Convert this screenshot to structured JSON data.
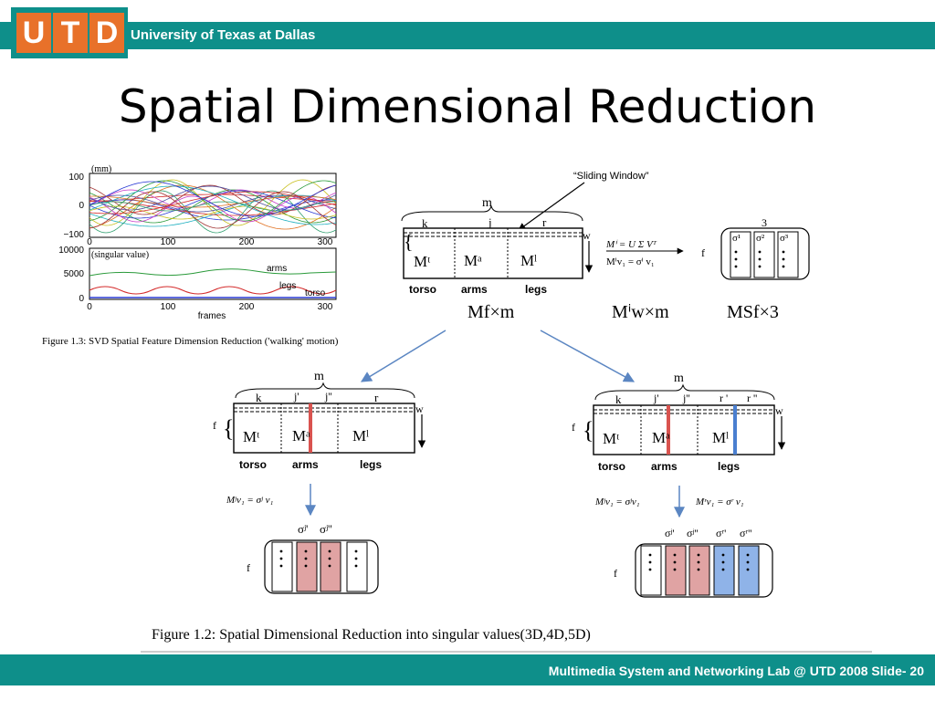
{
  "header": {
    "logo_letters": [
      "U",
      "T",
      "D"
    ],
    "university": "University of Texas at Dallas"
  },
  "title": "Spatial Dimensional Reduction",
  "footer": "Multimedia System and Networking Lab @ UTD 2008 Slide- 20",
  "figure13": {
    "caption": "Figure 1.3: SVD Spatial Feature Dimension Reduction ('walking' motion)",
    "top_plot": {
      "unit": "(mm)",
      "yticks": [
        "100",
        "0",
        "−100"
      ],
      "xticks": [
        "0",
        "100",
        "200",
        "300"
      ]
    },
    "bottom_plot": {
      "unit": "(singular value)",
      "yticks": [
        "10000",
        "5000",
        "0"
      ],
      "xticks": [
        "0",
        "100",
        "200",
        "300"
      ],
      "xlabel": "frames",
      "series": [
        "arms",
        "legs",
        "torso"
      ]
    }
  },
  "diagram": {
    "sliding_window": "“Sliding Window”",
    "m": "m",
    "w": "w",
    "f": "f",
    "k": "k",
    "j": "j",
    "r": "r",
    "jp": "j'",
    "jpp": "j''",
    "rp": "r '",
    "rpp": "r ''",
    "blocks": [
      "Mᵗ",
      "Mᵃ",
      "Mˡ"
    ],
    "parts": [
      "torso",
      "arms",
      "legs"
    ],
    "eq1": "Mⁱ = U Σ Vᵀ",
    "eq2": "Mⁱv₁ = σⁱ v₁",
    "m_fxm": "Mf×m",
    "m_wxm": "Mⁱw×m",
    "m_fx3": "MSf×3",
    "three": "3",
    "sigma_labels": [
      "σ¹",
      "σ²",
      "σ³"
    ],
    "eq_left": "Mʲv₁ = σʲ v₁",
    "eq_right_a": "Mʲv₁ = σʲv₁",
    "eq_right_b": "Mʳv₁ = σʳ v₁",
    "sig_left": [
      "σʲ'",
      "σʲ''"
    ],
    "sig_right": [
      "σʲ'",
      "σʲ''",
      "σʳ'",
      "σʳ''"
    ],
    "colors": {
      "red": "#d9534f",
      "blue": "#4a7fd0",
      "pink": "#e0a3a3",
      "lightblue": "#8fb3e8"
    }
  },
  "figure12": {
    "caption": "Figure 1.2: Spatial Dimensional Reduction into singular values(3D,4D,5D)"
  }
}
